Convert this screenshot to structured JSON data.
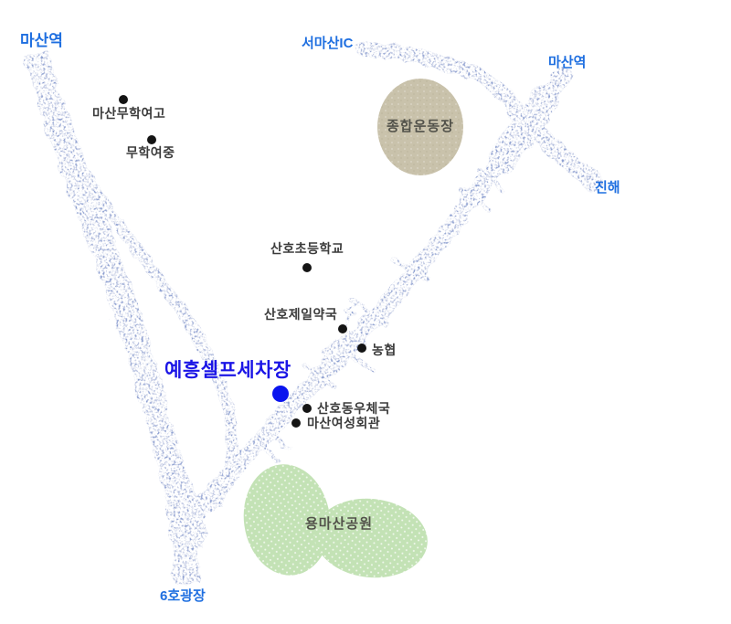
{
  "map": {
    "title_marker": {
      "label": "예흥셀프세차장"
    },
    "road_labels": [
      {
        "id": "masan-station-nw",
        "text": "마산역",
        "position": "top-left"
      },
      {
        "id": "seomasan-ic",
        "text": "서마산IC",
        "position": "top-center"
      },
      {
        "id": "masan-station-ne",
        "text": "마산역",
        "position": "top-right"
      },
      {
        "id": "jinhae",
        "text": "진해",
        "position": "right"
      },
      {
        "id": "plaza-6",
        "text": "6호광장",
        "position": "bottom"
      }
    ],
    "places": [
      {
        "id": "masan-muhak-girls-high",
        "text": "마산무학여고"
      },
      {
        "id": "muhak-girls-middle",
        "text": "무학여중"
      },
      {
        "id": "sanho-elementary-school",
        "text": "산호초등학교"
      },
      {
        "id": "sanho-jeil-pharmacy",
        "text": "산호제일약국"
      },
      {
        "id": "nonghyup",
        "text": "농협"
      },
      {
        "id": "sanho-dong-post-office",
        "text": "산호동우체국"
      },
      {
        "id": "masan-womens-center",
        "text": "마산여성회관"
      }
    ],
    "areas": [
      {
        "id": "sports-complex",
        "text": "종합운동장"
      },
      {
        "id": "yongmasan-park",
        "text": "용마산공원"
      }
    ],
    "colors": {
      "road": "#8da0d2",
      "road_label_blue": "#1f6fe0",
      "title_blue": "#1b15e6",
      "marker_blue": "#0a14ee",
      "place_dot": "#141414",
      "stadium_fill": "#c9c2ab",
      "park_fill": "#c3e2b5",
      "place_text": "#3b3b3b",
      "area_text": "#52524a"
    }
  }
}
